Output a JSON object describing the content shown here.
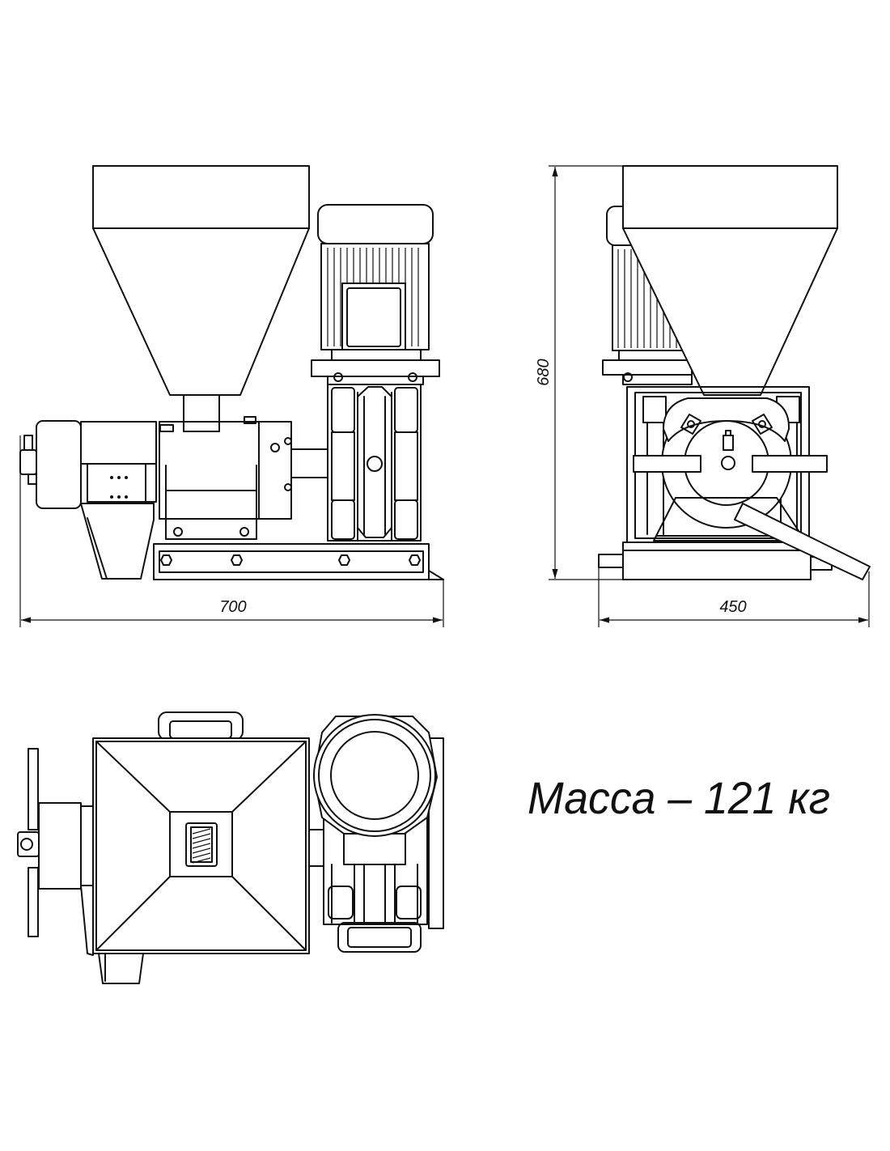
{
  "dimensions": {
    "length": "700",
    "height": "680",
    "width": "450"
  },
  "mass_label": "Масса – 121 кг"
}
